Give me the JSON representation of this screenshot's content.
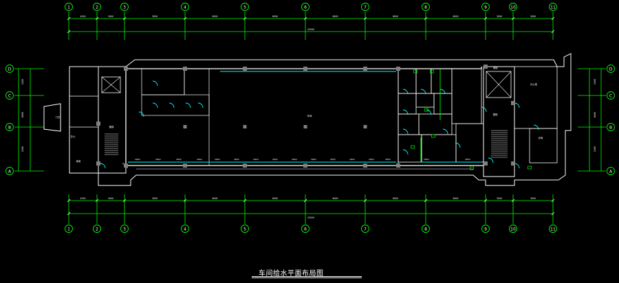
{
  "drawing": {
    "title": "车间给水平面布局图",
    "colors": {
      "background": "#000000",
      "wall": "#ffffff",
      "grid": "#00ff00",
      "axis_bubble": "#00ff00",
      "pipe": "#00ffff",
      "column": "#808080",
      "text": "#ffffff"
    },
    "vertical_axes": [
      "1",
      "2",
      "3",
      "4",
      "5",
      "6",
      "7",
      "8",
      "9",
      "10",
      "11"
    ],
    "horizontal_axes": [
      "D",
      "C",
      "B",
      "A"
    ],
    "top_total_dimension": "43200",
    "bottom_total_dimension": "43200",
    "top_segment_dimensions": [
      "4200",
      "3000",
      "3000",
      "6000",
      "6000",
      "6000",
      "6000",
      "6000",
      "3000",
      "3000"
    ],
    "bottom_segment_dimensions": [
      "4200",
      "3000",
      "3000",
      "6000",
      "6000",
      "6000",
      "6000",
      "6000",
      "3000",
      "3000"
    ],
    "side_dimensions": [
      "2400",
      "6000",
      "2400"
    ],
    "room_labels": {
      "main_workshop": "车间",
      "left_lobby": "门厅",
      "left_stair": "楼梯",
      "left_office": "办公",
      "left_storage": "库房",
      "right_office": "办公室",
      "right_storage": "仓库",
      "right_stair": "楼梯",
      "right_shaft": "电梯"
    },
    "equipment_labels": [
      "DN50",
      "DN50",
      "DN50",
      "DN50",
      "DN50",
      "DN50",
      "DN50",
      "DN50",
      "DN50",
      "DN50",
      "DN50",
      "DN50",
      "DN50",
      "DN50",
      "DN50",
      "DN50"
    ]
  }
}
